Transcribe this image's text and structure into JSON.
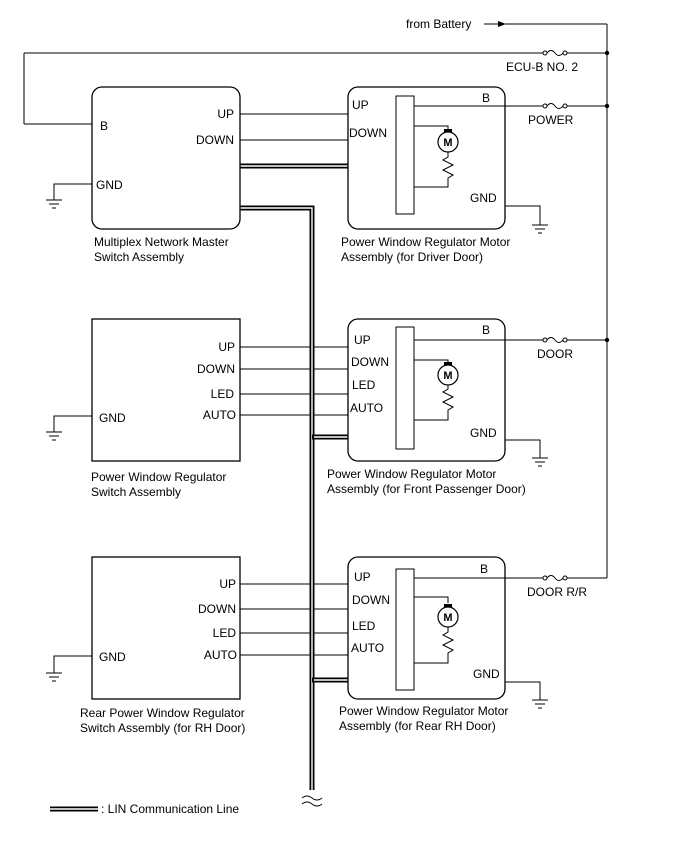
{
  "power_sources": {
    "battery": "from Battery",
    "ecu_b": "ECU-B NO. 2",
    "power": "POWER",
    "door": "DOOR",
    "door_rr": "DOOR R/R"
  },
  "master_switch": {
    "name_line1": "Multiplex Network Master",
    "name_line2": "Switch Assembly",
    "pins": {
      "b": "B",
      "gnd": "GND",
      "up": "UP",
      "down": "DOWN"
    }
  },
  "driver_motor": {
    "name_line1": "Power Window Regulator Motor",
    "name_line2": "Assembly (for Driver Door)",
    "pins": {
      "up": "UP",
      "down": "DOWN",
      "b": "B",
      "gnd": "GND"
    },
    "motor_symbol": "M"
  },
  "passenger_switch": {
    "name_line1": "Power Window Regulator",
    "name_line2": "Switch Assembly",
    "pins": {
      "up": "UP",
      "down": "DOWN",
      "led": "LED",
      "auto": "AUTO",
      "gnd": "GND"
    }
  },
  "passenger_motor": {
    "name_line1": "Power Window Regulator Motor",
    "name_line2": "Assembly (for Front Passenger Door)",
    "pins": {
      "up": "UP",
      "down": "DOWN",
      "led": "LED",
      "auto": "AUTO",
      "b": "B",
      "gnd": "GND"
    },
    "motor_symbol": "M"
  },
  "rear_switch": {
    "name_line1": "Rear Power Window Regulator",
    "name_line2": "Switch Assembly (for RH Door)",
    "pins": {
      "up": "UP",
      "down": "DOWN",
      "led": "LED",
      "auto": "AUTO",
      "gnd": "GND"
    }
  },
  "rear_motor": {
    "name_line1": "Power Window Regulator Motor",
    "name_line2": "Assembly (for Rear RH Door)",
    "pins": {
      "up": "UP",
      "down": "DOWN",
      "led": "LED",
      "auto": "AUTO",
      "b": "B",
      "gnd": "GND"
    },
    "motor_symbol": "M"
  },
  "legend": {
    "lin_label": ": LIN Communication Line"
  }
}
